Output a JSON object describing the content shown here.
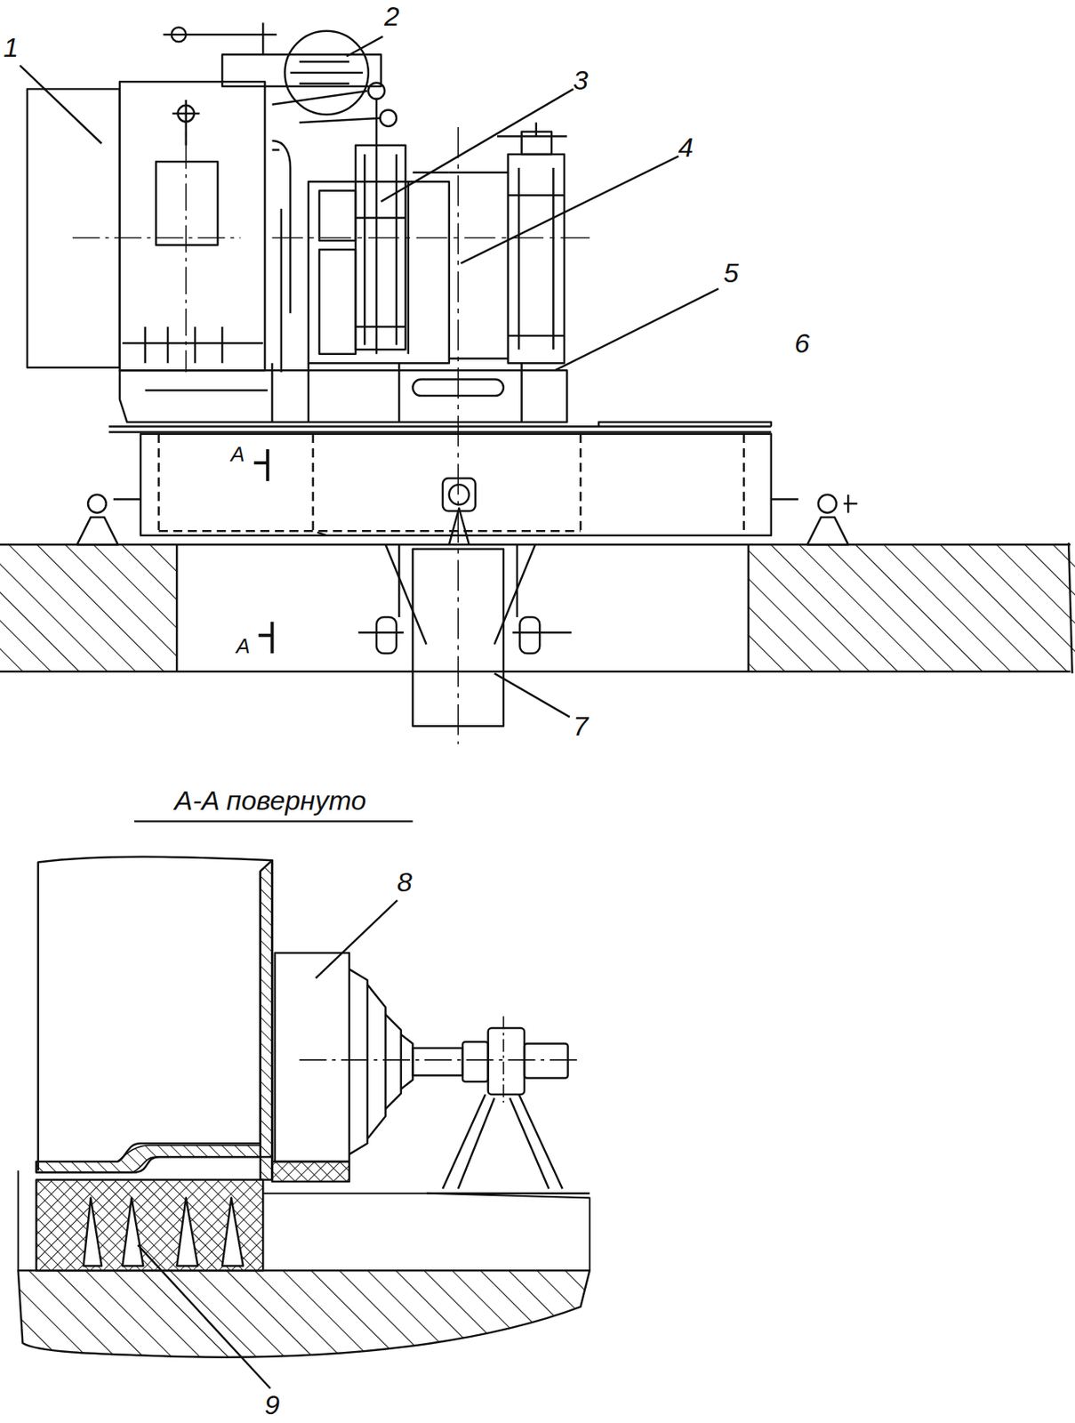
{
  "diagram": {
    "labels": [
      "1",
      "2",
      "3",
      "4",
      "5",
      "6",
      "A",
      "A",
      "7",
      "A-A повернуто",
      "8",
      "9"
    ]
  }
}
